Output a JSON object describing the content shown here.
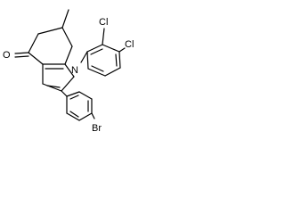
{
  "molecule": {
    "atoms": {
      "oxygen": "O",
      "nitrogen": "N",
      "chlorine_top": "Cl",
      "chlorine_right": "Cl",
      "bromine": "Br"
    }
  }
}
